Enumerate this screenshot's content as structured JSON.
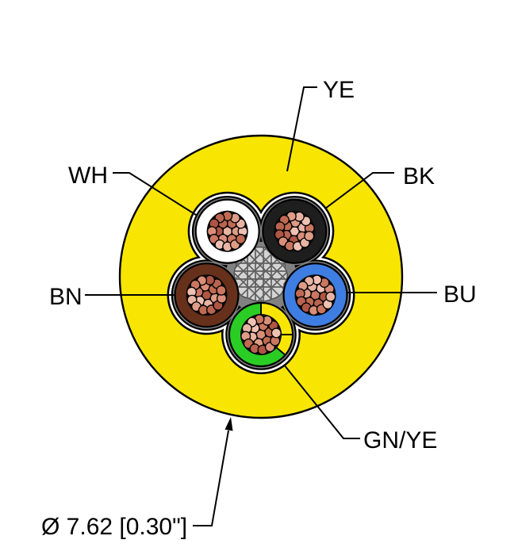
{
  "diagram": {
    "kind": "cable-cross-section"
  },
  "jacket": {
    "label": "YE",
    "color": "#F8E602"
  },
  "conductors": [
    {
      "code": "WH",
      "name": "white",
      "color": "#FFFFFF"
    },
    {
      "code": "BK",
      "name": "black",
      "color": "#1E1E1E"
    },
    {
      "code": "BU",
      "name": "blue",
      "color": "#3E7EE3"
    },
    {
      "code": "GN/YE",
      "name": "green-yellow",
      "color": "#2ACD24",
      "stripe_color": "#F8E602"
    },
    {
      "code": "BN",
      "name": "brown",
      "color": "#67301A"
    }
  ],
  "dimension": {
    "text": "Ø 7.62 [0.30\"]"
  },
  "colors": {
    "outline": "#000000",
    "interstice": "#818181",
    "sheath_band": "#FFFFFF",
    "strand_backing": "#0E0E0E",
    "filler": "#D4D4D4",
    "filler_hatch": "#5F5F5F",
    "copper_palette": [
      "#E9B3A4",
      "#D98E7A",
      "#C06A52",
      "#EFC1B3",
      "#AE5544",
      "#DE9C86",
      "#CB7660",
      "#B86450"
    ]
  }
}
